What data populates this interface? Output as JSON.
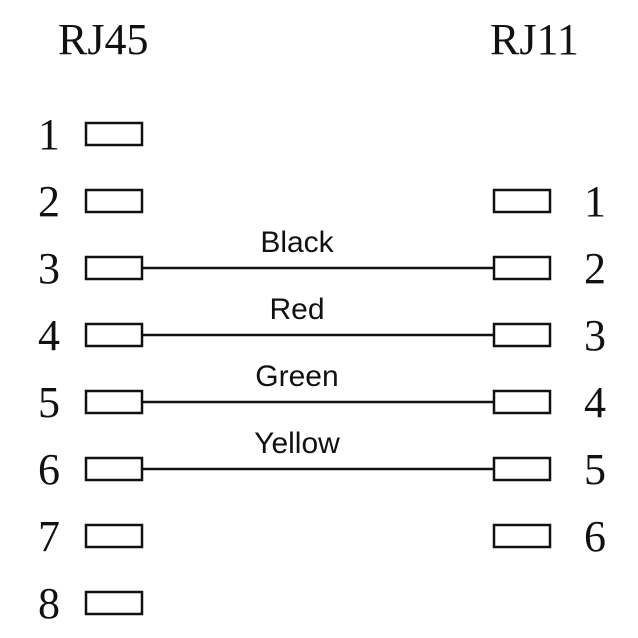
{
  "left_connector": {
    "title": "RJ45",
    "pins": [
      "1",
      "2",
      "3",
      "4",
      "5",
      "6",
      "7",
      "8"
    ]
  },
  "right_connector": {
    "title": "RJ11",
    "pins": [
      "1",
      "2",
      "3",
      "4",
      "5",
      "6"
    ]
  },
  "wires": [
    {
      "label": "Black",
      "from_pin": "3",
      "to_pin": "2"
    },
    {
      "label": "Red",
      "from_pin": "4",
      "to_pin": "3"
    },
    {
      "label": "Green",
      "from_pin": "5",
      "to_pin": "4"
    },
    {
      "label": "Yellow",
      "from_pin": "6",
      "to_pin": "5"
    }
  ]
}
